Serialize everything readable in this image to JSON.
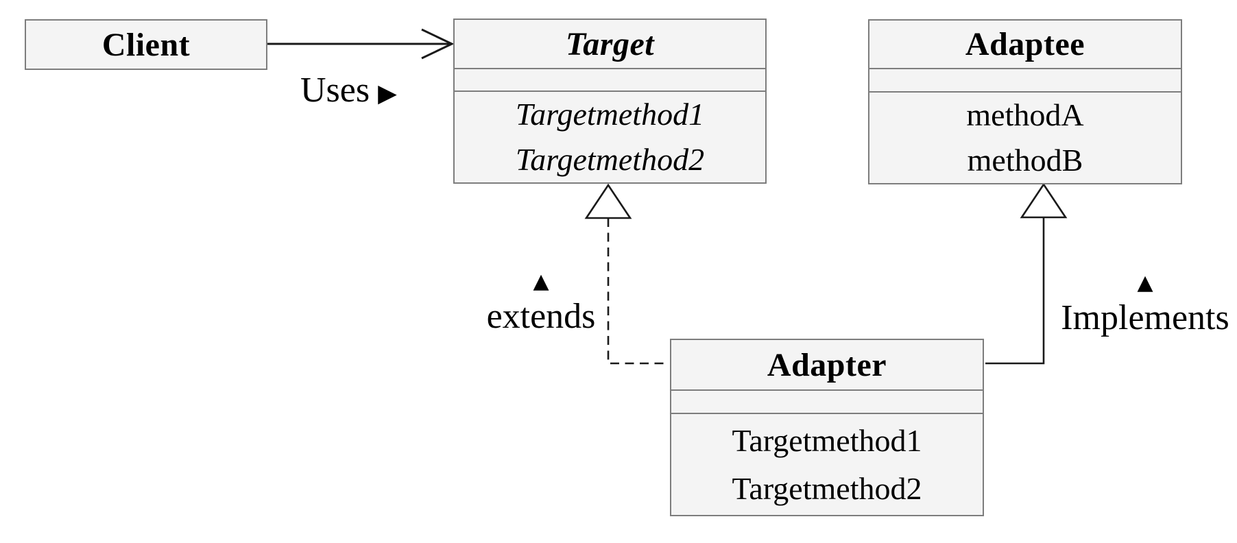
{
  "diagram_type": "uml-class-diagram",
  "classes": {
    "client": {
      "name": "Client",
      "methods": []
    },
    "target": {
      "name": "Target",
      "methods": [
        "Targetmethod1",
        "Targetmethod2"
      ]
    },
    "adaptee": {
      "name": "Adaptee",
      "methods": [
        "methodA",
        "methodB"
      ]
    },
    "adapter": {
      "name": "Adapter",
      "methods": [
        "Targetmethod1",
        "Targetmethod2"
      ]
    }
  },
  "relationships": {
    "uses": {
      "text": "Uses",
      "marker": "▶",
      "from": "Client",
      "to": "Target"
    },
    "extends": {
      "text": "extends",
      "marker": "▲",
      "from": "Adapter",
      "to": "Target"
    },
    "implements": {
      "text": "Implements",
      "marker": "▲",
      "from": "Adapter",
      "to": "Adaptee"
    }
  },
  "colors": {
    "background": "#ffffff",
    "box_fill": "#f4f4f4",
    "box_border": "#7d7d7d",
    "line": "#1a1a1a",
    "text": "#000000"
  }
}
